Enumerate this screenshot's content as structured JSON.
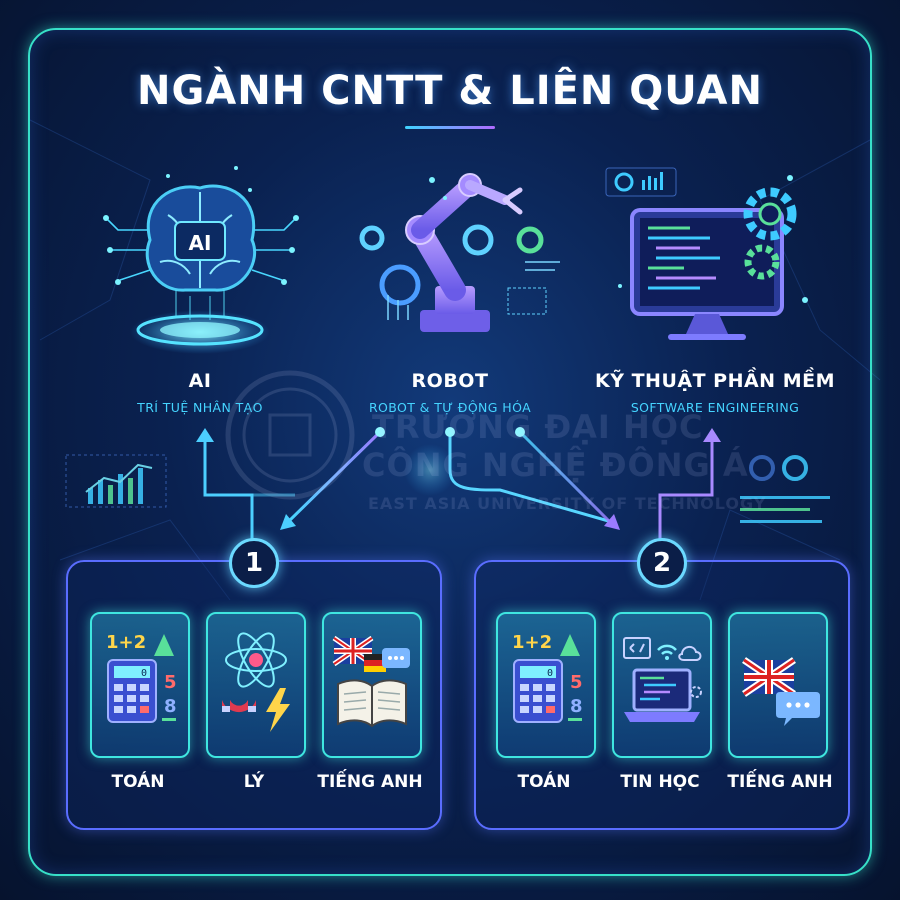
{
  "title": "NGÀNH CNTT & LIÊN QUAN",
  "categories": [
    {
      "title": "AI",
      "subtitle": "TRÍ TUỆ NHÂN TẠO",
      "icon": "ai-brain-icon"
    },
    {
      "title": "ROBOT",
      "subtitle": "ROBOT & TỰ ĐỘNG HÓA",
      "icon": "robot-arm-icon"
    },
    {
      "title": "KỸ THUẬT PHẦN MỀM",
      "subtitle": "SOFTWARE ENGINEERING",
      "icon": "software-monitor-icon"
    }
  ],
  "icon_labels": {
    "ai_chip": "AI",
    "math_top": "1+2",
    "math_num1": "5",
    "math_num2": "8",
    "calc_screen": "0"
  },
  "groups": [
    {
      "number": "1",
      "subjects": [
        {
          "label": "TOÁN",
          "icon": "calculator-math-icon"
        },
        {
          "label": "LÝ",
          "icon": "atom-magnet-icon"
        },
        {
          "label": "TIẾNG ANH",
          "icon": "flags-book-icon"
        }
      ]
    },
    {
      "number": "2",
      "subjects": [
        {
          "label": "TOÁN",
          "icon": "calculator-math-icon"
        },
        {
          "label": "TIN HỌC",
          "icon": "laptop-code-icon"
        },
        {
          "label": "TIẾNG ANH",
          "icon": "uk-flag-chat-icon"
        }
      ]
    }
  ],
  "watermark": {
    "line1": "TRƯỜNG ĐẠI HỌC",
    "line2": "CÔNG NGHỆ ĐÔNG Á",
    "line3": "EAST ASIA UNIVERSITY OF TECHNOLOGY"
  },
  "colors": {
    "frame": "#37e0c8",
    "accent": "#45d4ff",
    "group_border": "#5a6dff",
    "card_border": "#3fe6e0"
  }
}
